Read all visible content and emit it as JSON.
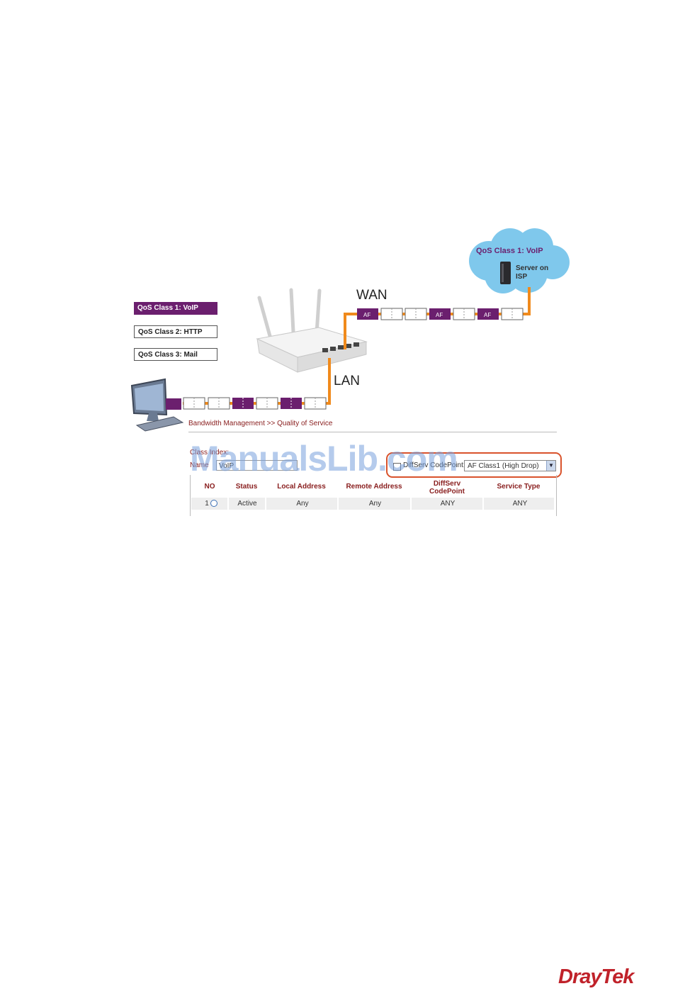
{
  "legend": {
    "voip": "QoS Class 1: VoIP",
    "http": "QoS Class 2: HTTP",
    "mail": "QoS  Class 3: Mail"
  },
  "links": {
    "wan": "WAN",
    "lan": "LAN"
  },
  "cloud": {
    "title": "QoS Class 1: VoIP",
    "server": "Server on ISP"
  },
  "packets": {
    "af_label": "AF"
  },
  "ui": {
    "breadcrumb": "Bandwidth Management >> Quality of Service",
    "class_index_label": "Class Index:",
    "name_label": "Name",
    "name_value": "VoIP",
    "tag_label": "DiffServ CodePoint:",
    "tag_select": "AF Class1 (High Drop)",
    "columns": [
      "NO",
      "Status",
      "Local Address",
      "Remote Address",
      "DiffServ CodePoint",
      "Service Type"
    ],
    "row": {
      "no": "1",
      "status": "Active",
      "local": "Any",
      "remote": "Any",
      "dscp": "ANY",
      "service": "ANY"
    }
  },
  "watermark": "ManualsLib.com",
  "brand": "DrayTek",
  "colors": {
    "purple": "#6b1f6e",
    "orange": "#f08a1c",
    "cloud": "#7fc8ec",
    "accent_red": "#8a2020",
    "highlight": "#d9532c"
  }
}
